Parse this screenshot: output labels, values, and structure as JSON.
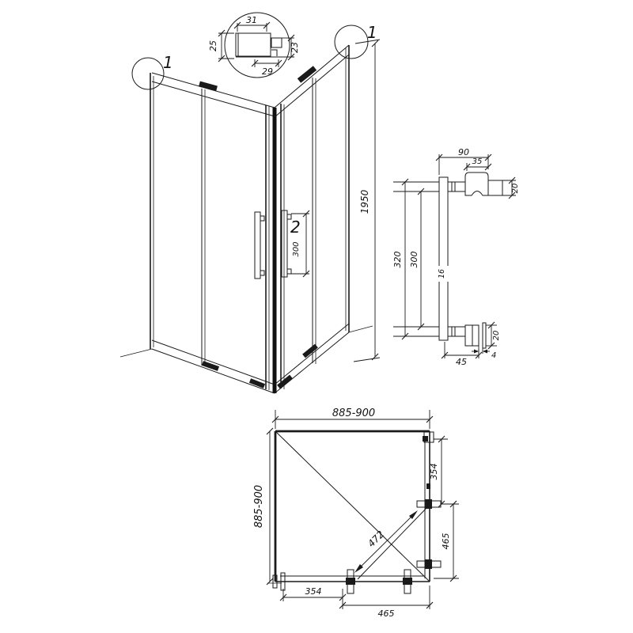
{
  "drawing": {
    "elevation": {
      "callout_top_left": "1",
      "callout_top_right": "1",
      "callout_handle": "2",
      "height": "1950",
      "handle_spacing": "300"
    },
    "profile_detail": {
      "width_top": "31",
      "height_left": "25",
      "width_bottom": "29",
      "height_right": "23"
    },
    "handle_detail": {
      "overall_depth": "90",
      "knob_width": "35",
      "top_fixing": "20",
      "length_overall": "320",
      "hole_spacing": "300",
      "bar_thickness": "16",
      "bottom_fixing": "20",
      "gap": "4",
      "bottom_offset": "45"
    },
    "plan": {
      "width": "885-900",
      "depth": "885-900",
      "side_front": "354",
      "side_back": "465",
      "bottom_front": "354",
      "bottom_back": "465",
      "entry_diagonal": "472"
    }
  },
  "colors": {
    "line": "#1a1a1a",
    "background": "#ffffff"
  }
}
